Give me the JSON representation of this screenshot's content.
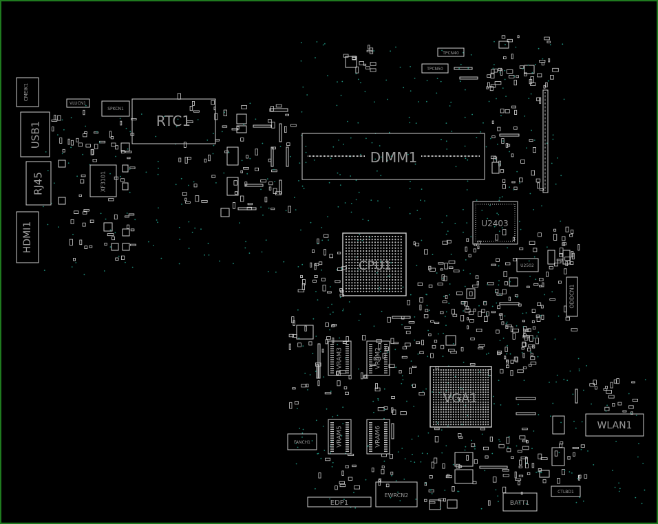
{
  "components": {
    "cmerk": "CMEIK1",
    "vlucn": "VLUCN1",
    "spkcn": "SPKCN1",
    "rtc": "RTC1",
    "usb": "USB1",
    "rj45": "RJ45",
    "hdmi": "HDMI1",
    "xf": "XF3101",
    "dimm": "DIMM1",
    "tpcn40": "TPCN40",
    "tpcn50": "TPCN50",
    "u2403": "U2403",
    "u2502": "U2502",
    "cpu": "CPU1",
    "oddcn": "ODDCN1",
    "vram1": "VRAM3",
    "vram2": "VRAM2",
    "vram3": "VRAM5",
    "vram4": "VRAM6",
    "vga": "VGA1",
    "wlan": "WLAN1",
    "fanch": "FANCH1",
    "edp": "EDP1",
    "ewrcn": "EWRCN2",
    "batt": "BATT1",
    "ctlbd": "CTLBD1"
  },
  "colors": {
    "background": "#000000",
    "outline": "#d0d0d0",
    "border": "#1f7a1f",
    "via": "#1e8c7a",
    "label": "#9a9a9a"
  }
}
